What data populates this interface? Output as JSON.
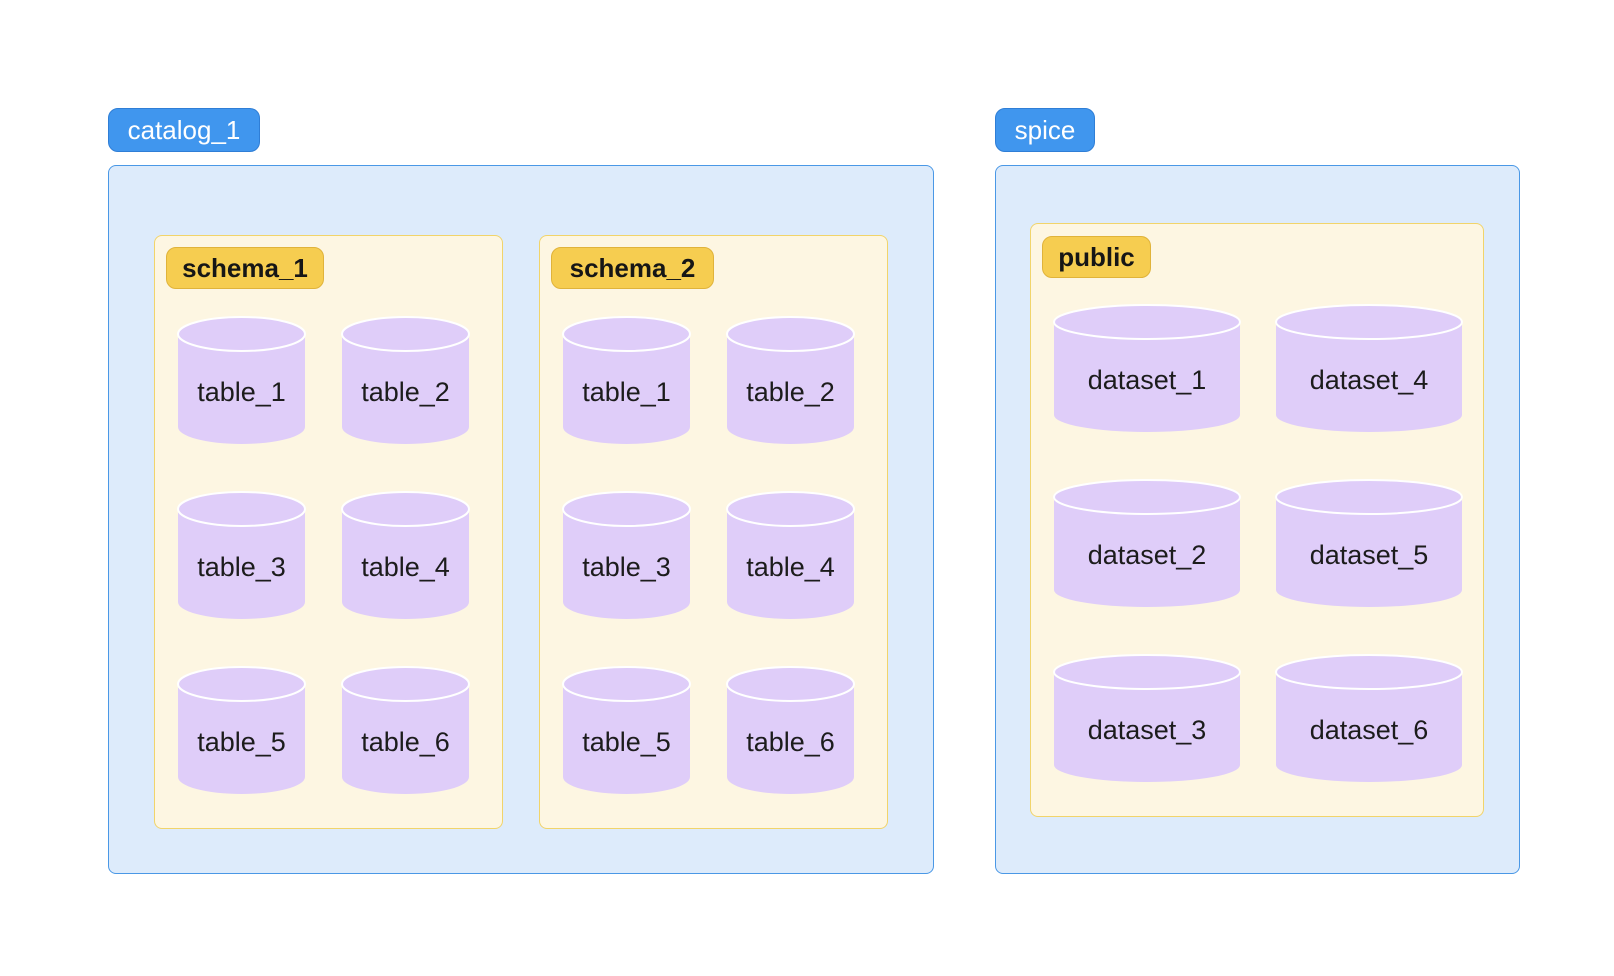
{
  "catalog": {
    "label": "catalog_1",
    "schemas": [
      {
        "label": "schema_1",
        "tables": [
          "table_1",
          "table_2",
          "table_3",
          "table_4",
          "table_5",
          "table_6"
        ]
      },
      {
        "label": "schema_2",
        "tables": [
          "table_1",
          "table_2",
          "table_3",
          "table_4",
          "table_5",
          "table_6"
        ]
      }
    ]
  },
  "spice": {
    "label": "spice",
    "schema": {
      "label": "public",
      "datasets": [
        "dataset_1",
        "dataset_4",
        "dataset_2",
        "dataset_5",
        "dataset_3",
        "dataset_6"
      ]
    }
  },
  "colors": {
    "container_fill": "#ddebfb",
    "container_border": "#4a98e6",
    "catalog_tag": "#4096ee",
    "schema_fill": "#fdf6e2",
    "schema_border": "#f1d46a",
    "schema_tag": "#f6cd50",
    "cylinder_fill": "#dfcdf9"
  }
}
